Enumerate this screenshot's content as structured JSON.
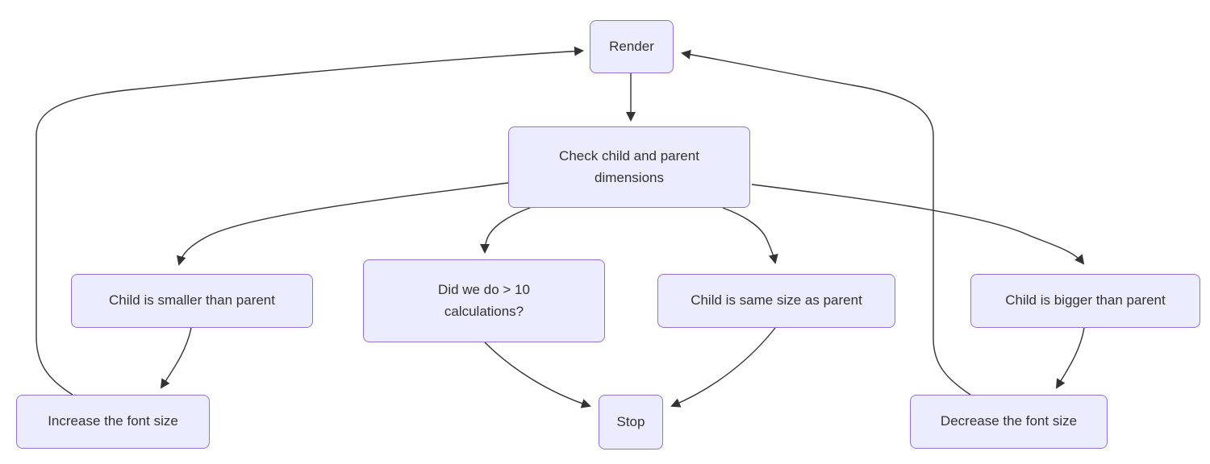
{
  "diagram": {
    "type": "flowchart",
    "direction": "top-down",
    "nodes": {
      "render": {
        "label": "Render"
      },
      "check": {
        "label": "Check child and parent dimensions"
      },
      "smaller": {
        "label": "Child is smaller than parent"
      },
      "calc": {
        "label": "Did we do > 10 calculations?"
      },
      "same": {
        "label": "Child is same size as parent"
      },
      "bigger": {
        "label": "Child is bigger than parent"
      },
      "increase": {
        "label": "Increase the font size"
      },
      "stop": {
        "label": "Stop"
      },
      "decrease": {
        "label": "Decrease the font size"
      }
    },
    "edges": [
      {
        "from": "render",
        "to": "check"
      },
      {
        "from": "check",
        "to": "smaller"
      },
      {
        "from": "check",
        "to": "calc"
      },
      {
        "from": "check",
        "to": "same"
      },
      {
        "from": "check",
        "to": "bigger"
      },
      {
        "from": "smaller",
        "to": "increase"
      },
      {
        "from": "calc",
        "to": "stop"
      },
      {
        "from": "same",
        "to": "stop"
      },
      {
        "from": "bigger",
        "to": "decrease"
      },
      {
        "from": "increase",
        "to": "render"
      },
      {
        "from": "decrease",
        "to": "render"
      }
    ],
    "colors": {
      "node_fill": "#ECECFF",
      "node_border": "#9370DB",
      "label_text": "#333333",
      "edge_line": "#333333",
      "canvas_bg": "#FFFFFF"
    }
  }
}
